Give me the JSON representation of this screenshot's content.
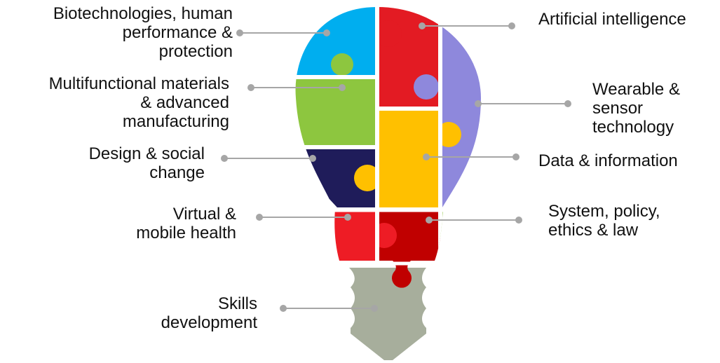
{
  "colors": {
    "biotech": "#00AEEF",
    "ai": "#E31B23",
    "wearable": "#8E88DC",
    "materials": "#8DC63F",
    "data": "#FFC000",
    "design": "#1F1C5A",
    "virtual": "#EE1C25",
    "system": "#C00000",
    "skills": "#A7AE9C",
    "connector": "#A6A6A6"
  },
  "labels": {
    "biotech": [
      "Biotechnologies, human",
      "performance &",
      "protection"
    ],
    "materials": [
      "Multifunctional materials",
      "& advanced",
      "manufacturing"
    ],
    "design": [
      "Design & social",
      "change"
    ],
    "virtual": [
      "Virtual &",
      "mobile health"
    ],
    "skills": [
      "Skills",
      "development"
    ],
    "ai": [
      "Artificial intelligence"
    ],
    "wearable": [
      "Wearable &",
      "sensor",
      "technology"
    ],
    "data": [
      "Data & information"
    ],
    "system": [
      "System, policy,",
      "ethics & law"
    ]
  }
}
